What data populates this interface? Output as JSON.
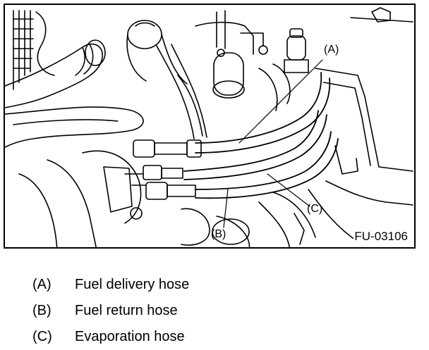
{
  "figure": {
    "code": "FU-03106",
    "callouts": {
      "a": "(A)",
      "b": "(B)",
      "c": "(C)"
    }
  },
  "legend": [
    {
      "key": "(A)",
      "text": "Fuel delivery hose"
    },
    {
      "key": "(B)",
      "text": "Fuel return hose"
    },
    {
      "key": "(C)",
      "text": "Evaporation hose"
    }
  ]
}
